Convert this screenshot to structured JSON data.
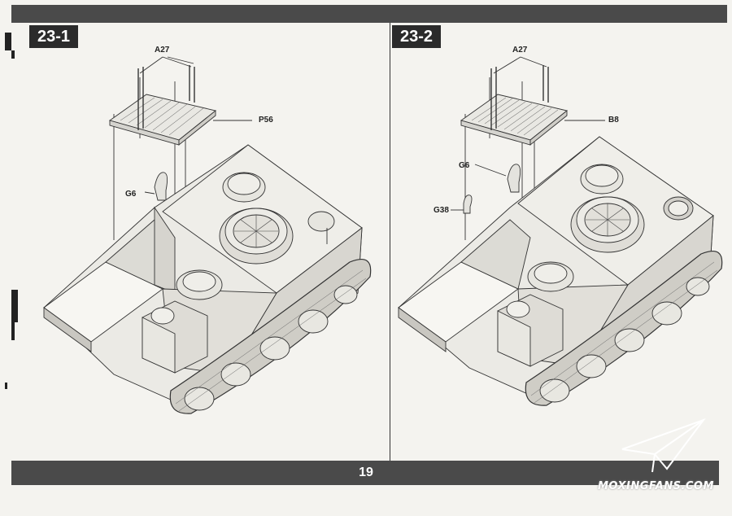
{
  "steps": [
    {
      "number": "23-1",
      "callouts": {
        "top": "A27",
        "grate": "P56",
        "side": "G6"
      }
    },
    {
      "number": "23-2",
      "callouts": {
        "top": "A27",
        "grate": "B8",
        "side1": "G6",
        "side2": "G38"
      }
    }
  ],
  "page_number": "19",
  "watermark": {
    "text": "MOXINGFANS.COM"
  },
  "colors": {
    "bar": "#4a4a4a",
    "badge": "#2b2b2b",
    "paper": "#f4f3ef"
  }
}
